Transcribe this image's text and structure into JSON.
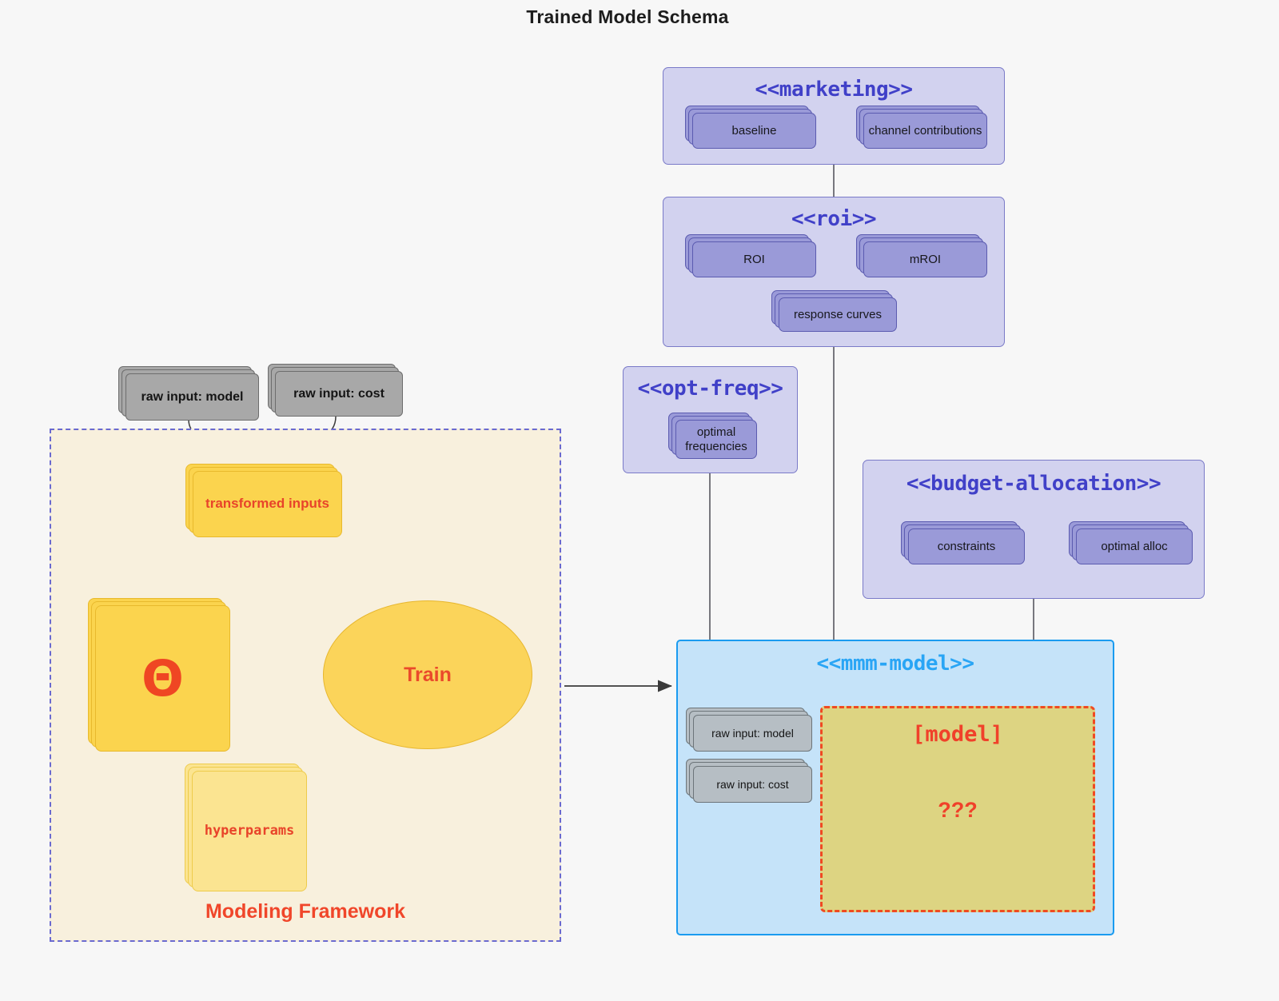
{
  "title": "Trained Model Schema",
  "colors": {
    "background": "#f7f7f7",
    "package_fill": "#d2d2ef",
    "package_border": "#7a7ac8",
    "package_title": "#4040c8",
    "node_purple_fill": "#9a9ad8",
    "node_purple_border": "#5b5bb0",
    "node_grey_fill": "#a8a8a8",
    "node_grey_border": "#6d6d6d",
    "node_yellow_fill": "#fbd44e",
    "node_yellow_border": "#e8b92c",
    "accent_red": "#f0462a",
    "mmm_fill": "#c5e3f9",
    "mmm_border": "#1a9bf0",
    "mmm_title": "#29a5f5",
    "framework_fill": "#f8f0dd",
    "framework_border": "#6a6ad0",
    "model_box_fill": "#ddd482",
    "model_box_border": "#f04a22"
  },
  "packages": {
    "marketing": {
      "title": "<<marketing>>",
      "nodes": [
        {
          "label": "baseline"
        },
        {
          "label": "channel contributions"
        }
      ]
    },
    "roi": {
      "title": "<<roi>>",
      "nodes": [
        {
          "label": "ROI"
        },
        {
          "label": "mROI"
        },
        {
          "label": "response curves"
        }
      ]
    },
    "opt_freq": {
      "title": "<<opt-freq>>",
      "nodes": [
        {
          "label": "optimal frequencies"
        }
      ]
    },
    "budget_allocation": {
      "title": "<<budget-allocation>>",
      "nodes": [
        {
          "label": "constraints"
        },
        {
          "label": "optimal alloc"
        }
      ]
    },
    "mmm_model": {
      "title": "<<mmm-model>>",
      "nodes": [
        {
          "label": "raw input: model"
        },
        {
          "label": "raw input: cost"
        }
      ],
      "model_box": {
        "line1": "[model]",
        "line2": "???"
      }
    }
  },
  "framework": {
    "label": "Modeling Framework",
    "raw_inputs": [
      {
        "label": "raw input: model"
      },
      {
        "label": "raw input: cost"
      }
    ],
    "transformed_inputs": {
      "label": "transformed inputs"
    },
    "theta": {
      "label": "Θ"
    },
    "hyperparams": {
      "label": "hyperparams"
    },
    "train": {
      "label": "Train"
    }
  }
}
